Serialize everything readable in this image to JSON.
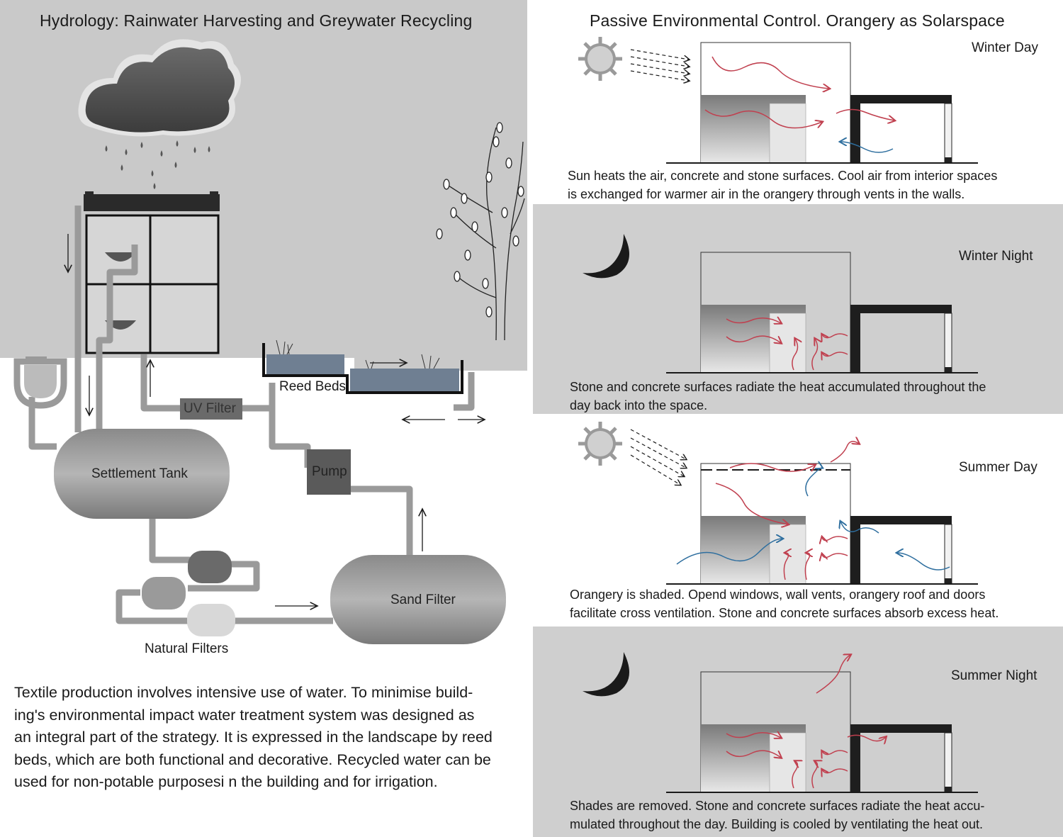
{
  "left_panel": {
    "title": "Hydrology: Rainwater Harvesting and Greywater Recycling",
    "labels": {
      "reed_beds": "Reed Beds",
      "uv_filter": "UV Filter",
      "settlement_tank": "Settlement Tank",
      "pump": "Pump",
      "sand_filter": "Sand Filter",
      "natural_filters": "Natural Filters"
    },
    "description": [
      "Textile production involves intensive use of water. To minimise build-",
      "ing's environmental impact water treatment system was designed as",
      "an integral part of the strategy. It is expressed in the landscape by reed",
      "beds, which are both functional and decorative. Recycled water can be",
      "used for non-potable purposesi n the building and for irrigation."
    ]
  },
  "right_panel": {
    "title": "Passive Environmental Control. Orangery as Solarspace",
    "scenes": [
      {
        "season": "Winter Day",
        "caption": [
          "Sun heats the air, concrete and stone surfaces. Cool air from interior spaces",
          "is exchanged for warmer air in the orangery through vents in the walls."
        ]
      },
      {
        "season": "Winter Night",
        "caption": [
          "Stone and concrete surfaces radiate the heat accumulated throughout the",
          "day back into the space."
        ]
      },
      {
        "season": "Summer Day",
        "caption": [
          "Orangery is shaded. Opend windows, wall vents, orangery roof and doors",
          "facilitate cross ventilation. Stone and concrete surfaces absorb excess heat."
        ]
      },
      {
        "season": "Summer Night",
        "caption": [
          "Shades are removed. Stone and concrete surfaces radiate the heat accu-",
          "mulated throughout the day. Building is cooled by ventilating the heat out."
        ]
      }
    ]
  },
  "colors": {
    "warm_air": "#c0404f",
    "cool_air": "#2f6f9f",
    "background": "#c9c9c9",
    "ink": "#1a1a1a"
  }
}
